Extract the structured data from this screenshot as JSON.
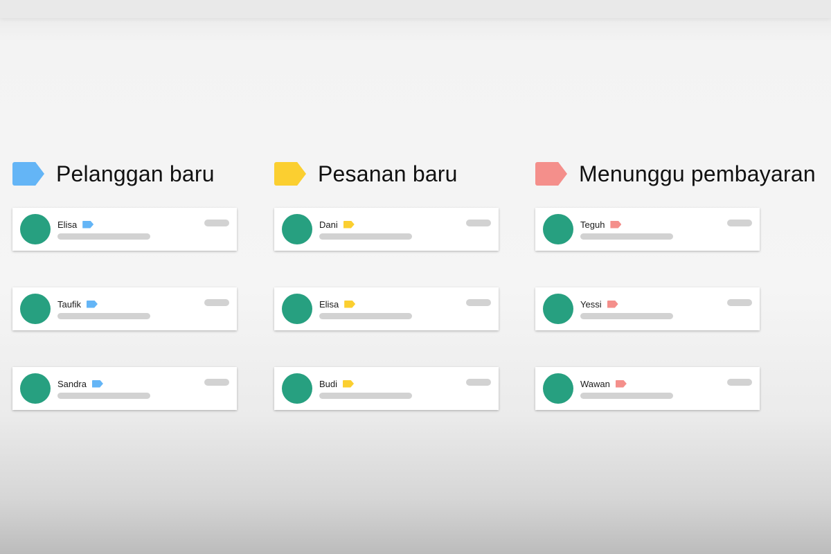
{
  "colors": {
    "blue": "#64b5f6",
    "yellow": "#fbcf30",
    "red": "#f48f8b",
    "avatar": "#27a080"
  },
  "columns": [
    {
      "title": "Pelanggan baru",
      "color": "#64b5f6",
      "cards": [
        {
          "name": "Elisa"
        },
        {
          "name": "Taufik"
        },
        {
          "name": "Sandra"
        }
      ]
    },
    {
      "title": "Pesanan baru",
      "color": "#fbcf30",
      "cards": [
        {
          "name": "Dani"
        },
        {
          "name": "Elisa"
        },
        {
          "name": "Budi"
        }
      ]
    },
    {
      "title": "Menunggu pembayaran",
      "color": "#f48f8b",
      "cards": [
        {
          "name": "Teguh"
        },
        {
          "name": "Yessi"
        },
        {
          "name": "Wawan"
        }
      ]
    }
  ]
}
